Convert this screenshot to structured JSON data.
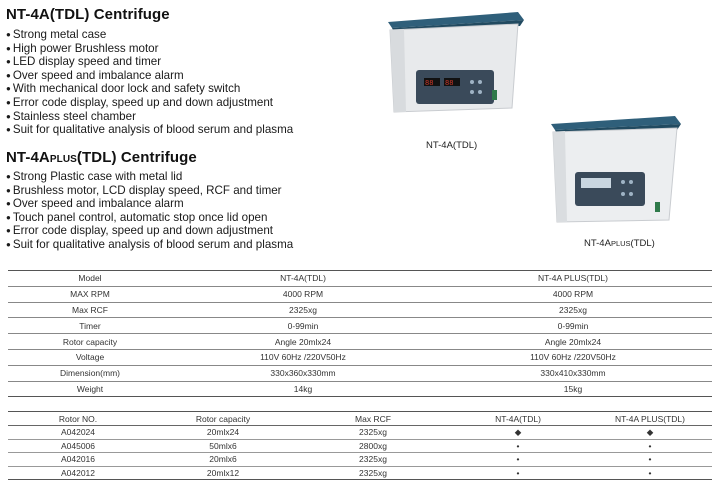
{
  "product1": {
    "title": "NT-4A(TDL) Centrifuge",
    "features": [
      "Strong metal case",
      "High power Brushless motor",
      "LED display speed and timer",
      "Over speed and imbalance alarm",
      "With mechanical door lock and safety switch",
      "Error code display, speed up and down adjustment",
      "Stainless steel chamber",
      "Suit for qualitative analysis of blood serum and plasma"
    ],
    "caption": "NT-4A(TDL)"
  },
  "product2": {
    "title_main": "NT-4A",
    "title_sub": "PLUS",
    "title_end": "(TDL) Centrifuge",
    "features": [
      "Strong Plastic case with metal lid",
      "Brushless motor, LCD display speed, RCF and timer",
      "Over speed and imbalance alarm",
      "Touch panel control, automatic stop once lid open",
      "Error code display, speed up and down adjustment",
      "Suit for qualitative analysis of blood serum and plasma"
    ],
    "caption_main": "NT-4A",
    "caption_sub": "PLUS",
    "caption_end": "(TDL)"
  },
  "spec_table": {
    "rows": [
      {
        "label": "Model",
        "a": "NT-4A(TDL)",
        "b": "NT-4A PLUS(TDL)"
      },
      {
        "label": "MAX RPM",
        "a": "4000 RPM",
        "b": "4000 RPM"
      },
      {
        "label": "Max RCF",
        "a": "2325xg",
        "b": "2325xg"
      },
      {
        "label": "Timer",
        "a": "0-99min",
        "b": "0-99min"
      },
      {
        "label": "Rotor capacity",
        "a": "Angle 20mlx24",
        "b": "Angle 20mlx24"
      },
      {
        "label": "Voltage",
        "a": "110V 60Hz /220V50Hz",
        "b": "110V 60Hz /220V50Hz"
      },
      {
        "label": "Dimension(mm)",
        "a": "330x360x330mm",
        "b": "330x410x330mm"
      },
      {
        "label": "Weight",
        "a": "14kg",
        "b": "15kg"
      }
    ]
  },
  "rotor_table": {
    "headers": [
      "Rotor NO.",
      "Rotor capacity",
      "Max RCF",
      "NT-4A(TDL)",
      "NT-4A PLUS(TDL)"
    ],
    "rows": [
      {
        "no": "A042024",
        "cap": "20mlx24",
        "rcf": "2325xg",
        "a": "◆",
        "b": "◆"
      },
      {
        "no": "A045006",
        "cap": "50mlx6",
        "rcf": "2800xg",
        "a": "•",
        "b": "•"
      },
      {
        "no": "A042016",
        "cap": "20mlx6",
        "rcf": "2325xg",
        "a": "•",
        "b": "•"
      },
      {
        "no": "A042012",
        "cap": "20mlx12",
        "rcf": "2325xg",
        "a": "•",
        "b": "•"
      }
    ]
  },
  "colors": {
    "lid": "#2f5f7a",
    "body": "#e4e6e8",
    "panel": "#3a4a5a",
    "display": "#d23a2a"
  }
}
